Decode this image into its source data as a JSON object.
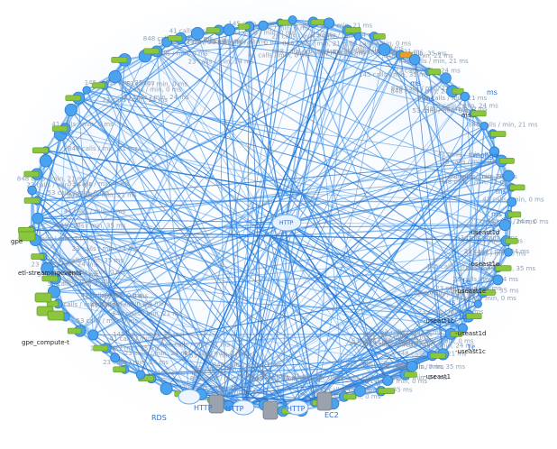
{
  "diagram": {
    "colors": {
      "background": "#ffffff",
      "edge": "#3b8fe8",
      "edge_dark": "#1e6fd0",
      "node_blue": "#4aa3f0",
      "node_blue_dark": "#2a78c8",
      "app_green": "#8cc63f",
      "app_green_dark": "#5e9a1e",
      "app_orange": "#f29a2e",
      "db_grey": "#9aa3ad"
    },
    "icons": [
      "application-node-icon",
      "service-endpoint-icon",
      "http-cloud-icon",
      "database-icon",
      "server-icon"
    ],
    "center_label": "HTTP",
    "labels": [
      {
        "text": "ms",
        "key": "l0"
      },
      {
        "text": "gpe",
        "key": "l1"
      },
      {
        "text": "etl-streamingevents",
        "key": "l2"
      },
      {
        "text": "gpe_compute-t",
        "key": "l3"
      },
      {
        "text": "-useast1d",
        "key": "l4"
      },
      {
        "text": "-useast1e",
        "key": "l5"
      },
      {
        "text": "-useast1e",
        "key": "l6"
      },
      {
        "text": "-useast1c",
        "key": "l7"
      },
      {
        "text": "-useast1d",
        "key": "l8"
      },
      {
        "text": "-useast1c",
        "key": "l9"
      },
      {
        "text": "-useast1",
        "key": "l10"
      },
      {
        "text": "RDS",
        "key": "l11"
      },
      {
        "text": "EC2",
        "key": "l12"
      },
      {
        "text": "HTTP",
        "key": "l13"
      },
      {
        "text": "HTTP",
        "key": "l14"
      },
      {
        "text": "HTTP",
        "key": "l15"
      },
      {
        "text": "HTTP",
        "key": "l16"
      },
      {
        "text": "ms",
        "key": "l17"
      },
      {
        "text": "ms",
        "key": "l18"
      },
      {
        "text": "ms",
        "key": "l19"
      },
      {
        "text": "mongo",
        "key": "l20"
      },
      {
        "text": "rs",
        "key": "l21"
      },
      {
        "text": "1c",
        "key": "l22"
      },
      {
        "text": "1d",
        "key": "l23"
      },
      {
        "text": "1e",
        "key": "l24"
      },
      {
        "text": "ms",
        "key": "l25"
      },
      {
        "text": "ms",
        "key": "l26"
      }
    ],
    "metric_captions": [
      "145 calls / min, 35 ms",
      "848 calls / min, 21 ms",
      "53 calls / min, 0 ms",
      "41 calls / min, 0 ms",
      "23 calls / min, 24 ms"
    ]
  }
}
